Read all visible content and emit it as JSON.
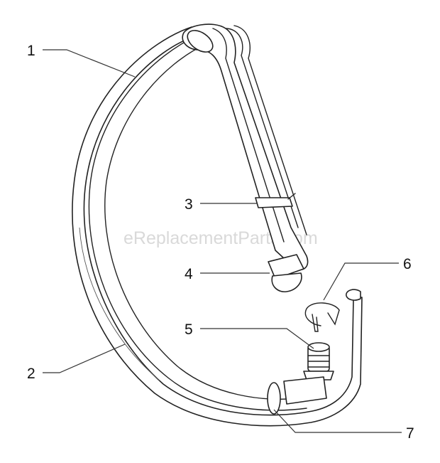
{
  "watermark": "eReplacementParts.com",
  "callouts": {
    "c1": "1",
    "c2": "2",
    "c3": "3",
    "c4": "4",
    "c5": "5",
    "c6": "6",
    "c7": "7"
  }
}
